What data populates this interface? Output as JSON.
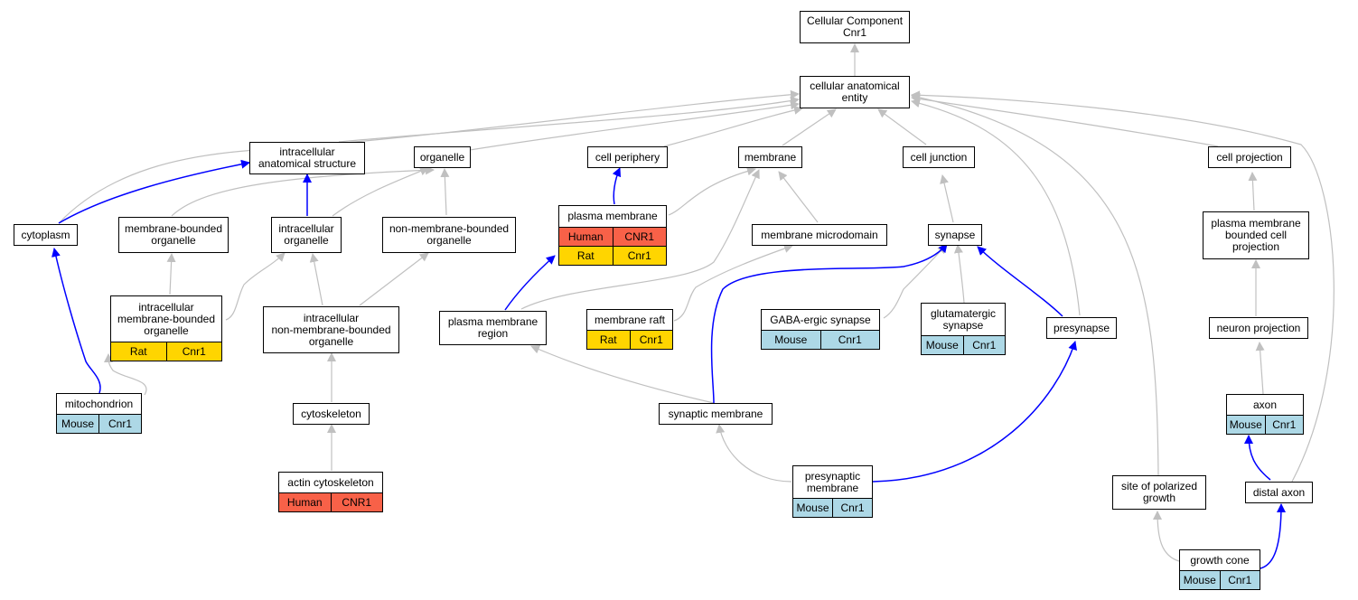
{
  "colors": {
    "human": "#f86148",
    "rat": "#ffd500",
    "mouse": "#add8e6",
    "edge_gray": "#c0c0c0",
    "edge_blue": "#0000ff"
  },
  "nodes": {
    "root": {
      "label": "Cellular Component\nCnr1"
    },
    "cae": {
      "label": "cellular anatomical\nentity"
    },
    "ias": {
      "label": "intracellular\nanatomical structure"
    },
    "organelle": {
      "label": "organelle"
    },
    "cellper": {
      "label": "cell periphery"
    },
    "membrane": {
      "label": "membrane"
    },
    "celljunc": {
      "label": "cell junction"
    },
    "cellproj": {
      "label": "cell projection"
    },
    "cytoplasm": {
      "label": "cytoplasm"
    },
    "mbo": {
      "label": "membrane-bounded\norganelle"
    },
    "io": {
      "label": "intracellular\norganelle"
    },
    "nmbo": {
      "label": "non-membrane-bounded\norganelle"
    },
    "pm": {
      "label": "plasma membrane",
      "rows": [
        {
          "species": "human",
          "cells": [
            "Human",
            "CNR1"
          ]
        },
        {
          "species": "rat",
          "cells": [
            "Rat",
            "Cnr1"
          ]
        }
      ]
    },
    "mmd": {
      "label": "membrane microdomain"
    },
    "synapse": {
      "label": "synapse"
    },
    "pmbcp": {
      "label": "plasma membrane\nbounded cell\nprojection"
    },
    "imbo": {
      "label": "intracellular\nmembrane-bounded\norganelle",
      "rows": [
        {
          "species": "rat",
          "cells": [
            "Rat",
            "Cnr1"
          ]
        }
      ]
    },
    "inmbo": {
      "label": "intracellular\nnon-membrane-bounded\norganelle"
    },
    "pmr": {
      "label": "plasma membrane\nregion"
    },
    "mraft": {
      "label": "membrane raft",
      "rows": [
        {
          "species": "rat",
          "cells": [
            "Rat",
            "Cnr1"
          ]
        }
      ]
    },
    "gaba": {
      "label": "GABA-ergic synapse",
      "rows": [
        {
          "species": "mouse",
          "cells": [
            "Mouse",
            "Cnr1"
          ]
        }
      ]
    },
    "glut": {
      "label": "glutamatergic\nsynapse",
      "rows": [
        {
          "species": "mouse",
          "cells": [
            "Mouse",
            "Cnr1"
          ]
        }
      ]
    },
    "presyn": {
      "label": "presynapse"
    },
    "neuproj": {
      "label": "neuron projection"
    },
    "mito": {
      "label": "mitochondrion",
      "rows": [
        {
          "species": "mouse",
          "cells": [
            "Mouse",
            "Cnr1"
          ]
        }
      ]
    },
    "cytosk": {
      "label": "cytoskeleton"
    },
    "synmem": {
      "label": "synaptic membrane"
    },
    "axon": {
      "label": "axon",
      "rows": [
        {
          "species": "mouse",
          "cells": [
            "Mouse",
            "Cnr1"
          ]
        }
      ]
    },
    "actin": {
      "label": "actin cytoskeleton",
      "rows": [
        {
          "species": "human",
          "cells": [
            "Human",
            "CNR1"
          ]
        }
      ]
    },
    "presynmem": {
      "label": "presynaptic\nmembrane",
      "rows": [
        {
          "species": "mouse",
          "cells": [
            "Mouse",
            "Cnr1"
          ]
        }
      ]
    },
    "spg": {
      "label": "site of polarized\ngrowth"
    },
    "distaxon": {
      "label": "distal axon"
    },
    "gcone": {
      "label": "growth cone",
      "rows": [
        {
          "species": "mouse",
          "cells": [
            "Mouse",
            "Cnr1"
          ]
        }
      ]
    }
  }
}
